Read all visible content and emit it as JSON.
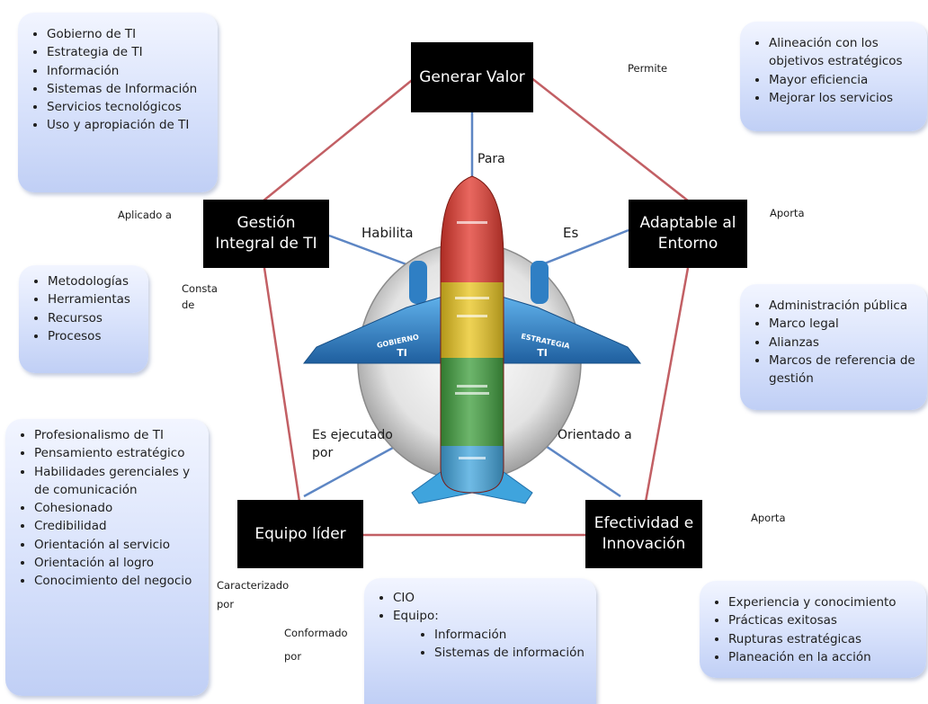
{
  "nodes": {
    "generar_valor": "Generar Valor",
    "gestion_line1": "Gestión",
    "gestion_line2": "Integral de TI",
    "adaptable_line1": "Adaptable al",
    "adaptable_line2": "Entorno",
    "equipo": "Equipo líder",
    "efectividad_line1": "Efectividad e",
    "efectividad_line2": "Innovación"
  },
  "relations": {
    "permite": "Permite",
    "para": "Para",
    "aplicado_a": "Aplicado a",
    "habilita": "Habilita",
    "es": "Es",
    "aporta_top": "Aporta",
    "consta_line1": "Consta",
    "consta_line2": "de",
    "es_ejecutado_line1": "Es ejecutado",
    "es_ejecutado_line2": "por",
    "orientado_a": "Orientado a",
    "aporta_bottom": "Aporta",
    "caracterizado_line1": "Caracterizado",
    "caracterizado_line2": "por",
    "conformado_line1": "Conformado",
    "conformado_line2": "por"
  },
  "boxes": {
    "gobierno": [
      "Gobierno de TI",
      "Estrategia de TI",
      "Información",
      "Sistemas de Información",
      "Servicios tecnológicos",
      "Uso y apropiación de TI"
    ],
    "metodologias": [
      "Metodologías",
      "Herramientas",
      "Recursos",
      "Procesos"
    ],
    "profesionalismo": [
      "Profesionalismo de TI",
      "Pensamiento estratégico",
      "Habilidades gerenciales y de comunicación",
      "Cohesionado",
      "Credibilidad",
      "Orientación al servicio",
      "Orientación al logro",
      "Conocimiento del negocio"
    ],
    "cio": [
      "CIO",
      "Equipo:"
    ],
    "cio_sub": [
      "Información",
      "Sistemas de información"
    ],
    "alineacion": [
      "Alineación con los objetivos estratégicos",
      "Mayor eficiencia",
      "Mejorar los servicios"
    ],
    "administracion": [
      "Administración pública",
      "Marco legal",
      "Alianzas",
      "Marcos de referencia de gestión"
    ],
    "experiencia": [
      "Experiencia y conocimiento",
      "Prácticas exitosas",
      "Rupturas estratégicas",
      "Planeación en la acción"
    ]
  },
  "airplane": {
    "wing_left_line1": "GOBIERNO",
    "wing_left_line2": "TI",
    "wing_right_line1": "ESTRATEGIA",
    "wing_right_line2": "TI"
  },
  "colors": {
    "pentagon": "#c25f64",
    "connector": "#5d86c4",
    "node_bg": "#000000",
    "box_fill": "#d7e1fb",
    "fuselage_red": "#e1352a",
    "fuselage_yellow": "#e9c41c",
    "fuselage_green": "#3c9d3a",
    "fuselage_blue": "#3fa4dd",
    "wing_blue": "#2f7fc4"
  }
}
